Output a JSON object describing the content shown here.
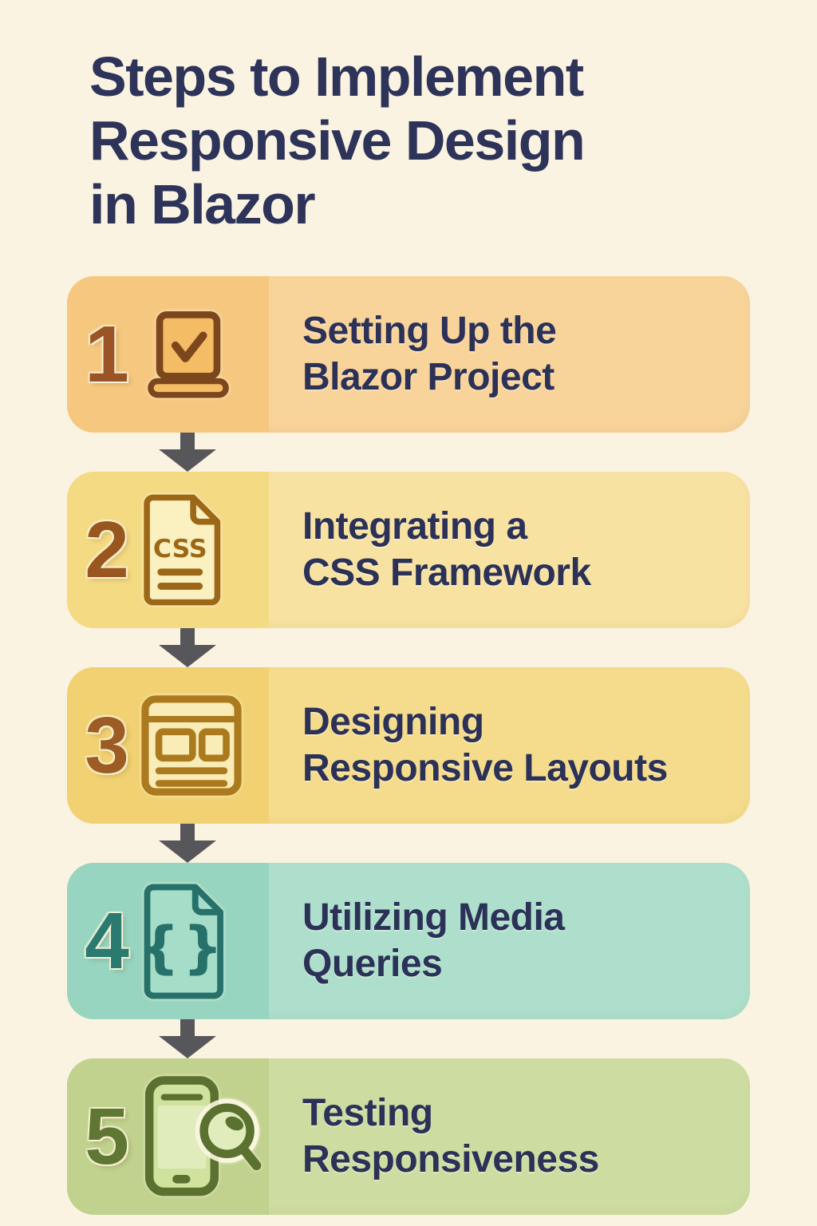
{
  "background": "#faf3e1",
  "title_color": "#2d3359",
  "text_color": "#2b3157",
  "arrow_color": "#57575b",
  "title": {
    "lines": [
      "Steps to Implement",
      "Responsive Design",
      "in Blazor"
    ]
  },
  "steps": [
    {
      "number": "1",
      "line1": "Setting Up the",
      "line2": "Blazor Project",
      "icon": "laptop-check-icon",
      "colors": {
        "panel": "#f6c87f",
        "body": "#f8d39a",
        "number": "#9a5426",
        "icon_stroke": "#7c471c",
        "icon_fill": "#f4bc64"
      }
    },
    {
      "number": "2",
      "line1": "Integrating a",
      "line2": "CSS Framework",
      "icon": "css-file-icon",
      "icon_text": "CSS",
      "colors": {
        "panel": "#f5da84",
        "body": "#f8e2a2",
        "number": "#99561f",
        "icon_stroke": "#9c6716",
        "icon_fill": "#faf0c0"
      }
    },
    {
      "number": "3",
      "line1": "Designing",
      "line2": "Responsive Layouts",
      "icon": "layout-wireframe-icon",
      "colors": {
        "panel": "#f1d171",
        "body": "#f5dc8d",
        "number": "#9c5c24",
        "icon_stroke": "#ac7a1e",
        "icon_fill": "#f9ecb6"
      }
    },
    {
      "number": "4",
      "line1": "Utilizing Media",
      "line2": "Queries",
      "icon": "code-file-icon",
      "icon_text": "{}",
      "colors": {
        "panel": "#97d5c0",
        "body": "#addfcc",
        "number": "#2b7a6f",
        "icon_stroke": "#26716a",
        "icon_fill": "#a6ddc9"
      }
    },
    {
      "number": "5",
      "line1": "Testing",
      "line2": "Responsiveness",
      "icon": "phone-magnifier-icon",
      "colors": {
        "panel": "#c0d28d",
        "body": "#cddda2",
        "number": "#5f7733",
        "icon_stroke": "#5a7130",
        "icon_fill": "#cfe29e",
        "icon_fill2": "#e0ecbc"
      }
    }
  ]
}
